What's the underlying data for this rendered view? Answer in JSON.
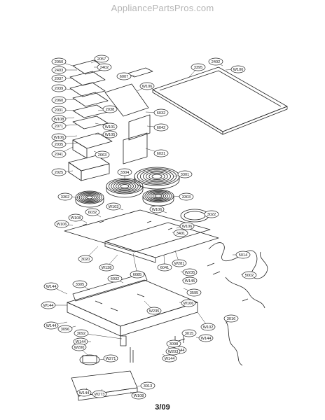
{
  "watermark": "AppliancePartsPros.com",
  "page_number": "3/09",
  "callouts": [
    {
      "id": "c2050",
      "label": "2050"
    },
    {
      "id": "c2057",
      "label": "2057"
    },
    {
      "id": "c2403",
      "label": "2403"
    },
    {
      "id": "c2402",
      "label": "2402"
    },
    {
      "id": "c2037",
      "label": "2037"
    },
    {
      "id": "c2039",
      "label": "2039"
    },
    {
      "id": "c2060",
      "label": "2060"
    },
    {
      "id": "c2031",
      "label": "2031"
    },
    {
      "id": "c2038",
      "label": "2038"
    },
    {
      "id": "cW108a",
      "label": "W108"
    },
    {
      "id": "c2071",
      "label": "2071"
    },
    {
      "id": "cW101",
      "label": "W101"
    },
    {
      "id": "cW106a",
      "label": "W106"
    },
    {
      "id": "cW105",
      "label": "W105"
    },
    {
      "id": "c2035",
      "label": "2035"
    },
    {
      "id": "c2041",
      "label": "2041"
    },
    {
      "id": "c2063",
      "label": "2063"
    },
    {
      "id": "c2025",
      "label": "2025"
    },
    {
      "id": "c6007",
      "label": "6007"
    },
    {
      "id": "cW106b",
      "label": "W106"
    },
    {
      "id": "c6032",
      "label": "6032"
    },
    {
      "id": "c6042",
      "label": "6042"
    },
    {
      "id": "c6031",
      "label": "6031"
    },
    {
      "id": "c2402b",
      "label": "2402"
    },
    {
      "id": "c3395",
      "label": "3395"
    },
    {
      "id": "cW106c",
      "label": "W106"
    },
    {
      "id": "c3304",
      "label": "3304"
    },
    {
      "id": "c3301",
      "label": "3301"
    },
    {
      "id": "c3302",
      "label": "3302"
    },
    {
      "id": "c3303",
      "label": "3303"
    },
    {
      "id": "cW103",
      "label": "W103"
    },
    {
      "id": "c6032b",
      "label": "6032"
    },
    {
      "id": "cW106d",
      "label": "W106"
    },
    {
      "id": "c3022",
      "label": "3022"
    },
    {
      "id": "cW108b",
      "label": "W108"
    },
    {
      "id": "cW106e",
      "label": "W106"
    },
    {
      "id": "cW106f",
      "label": "W106"
    },
    {
      "id": "c3401",
      "label": "3401"
    },
    {
      "id": "c3020",
      "label": "3020"
    },
    {
      "id": "cW138",
      "label": "W138"
    },
    {
      "id": "c6085",
      "label": "6085"
    },
    {
      "id": "cW281",
      "label": "W281"
    },
    {
      "id": "c6041",
      "label": "6041"
    },
    {
      "id": "c5014",
      "label": "5014"
    },
    {
      "id": "cW235",
      "label": "W235"
    },
    {
      "id": "cW145",
      "label": "W145"
    },
    {
      "id": "c5002",
      "label": "5002"
    },
    {
      "id": "c3595",
      "label": "3595"
    },
    {
      "id": "c3016",
      "label": "3016"
    },
    {
      "id": "cW144a",
      "label": "W144"
    },
    {
      "id": "c3305",
      "label": "3305"
    },
    {
      "id": "c6032c",
      "label": "6032"
    },
    {
      "id": "cW144b",
      "label": "W144"
    },
    {
      "id": "cW106g",
      "label": "W106"
    },
    {
      "id": "cW235b",
      "label": "W235"
    },
    {
      "id": "cW144c",
      "label": "W144"
    },
    {
      "id": "c3096",
      "label": "3096"
    },
    {
      "id": "cW102",
      "label": "W102"
    },
    {
      "id": "c3092",
      "label": "3092"
    },
    {
      "id": "cW144d",
      "label": "W144"
    },
    {
      "id": "cW144e",
      "label": "W144"
    },
    {
      "id": "c3015",
      "label": "3015"
    },
    {
      "id": "cW144f",
      "label": "W144"
    },
    {
      "id": "cW200",
      "label": "W200"
    },
    {
      "id": "c3098",
      "label": "3098"
    },
    {
      "id": "cW203",
      "label": "W203"
    },
    {
      "id": "cW271",
      "label": "W271"
    },
    {
      "id": "cW144g",
      "label": "W144"
    },
    {
      "id": "c3013",
      "label": "3013"
    },
    {
      "id": "cW144h",
      "label": "W144"
    },
    {
      "id": "cW273",
      "label": "W273"
    },
    {
      "id": "cW108c",
      "label": "W108"
    }
  ]
}
